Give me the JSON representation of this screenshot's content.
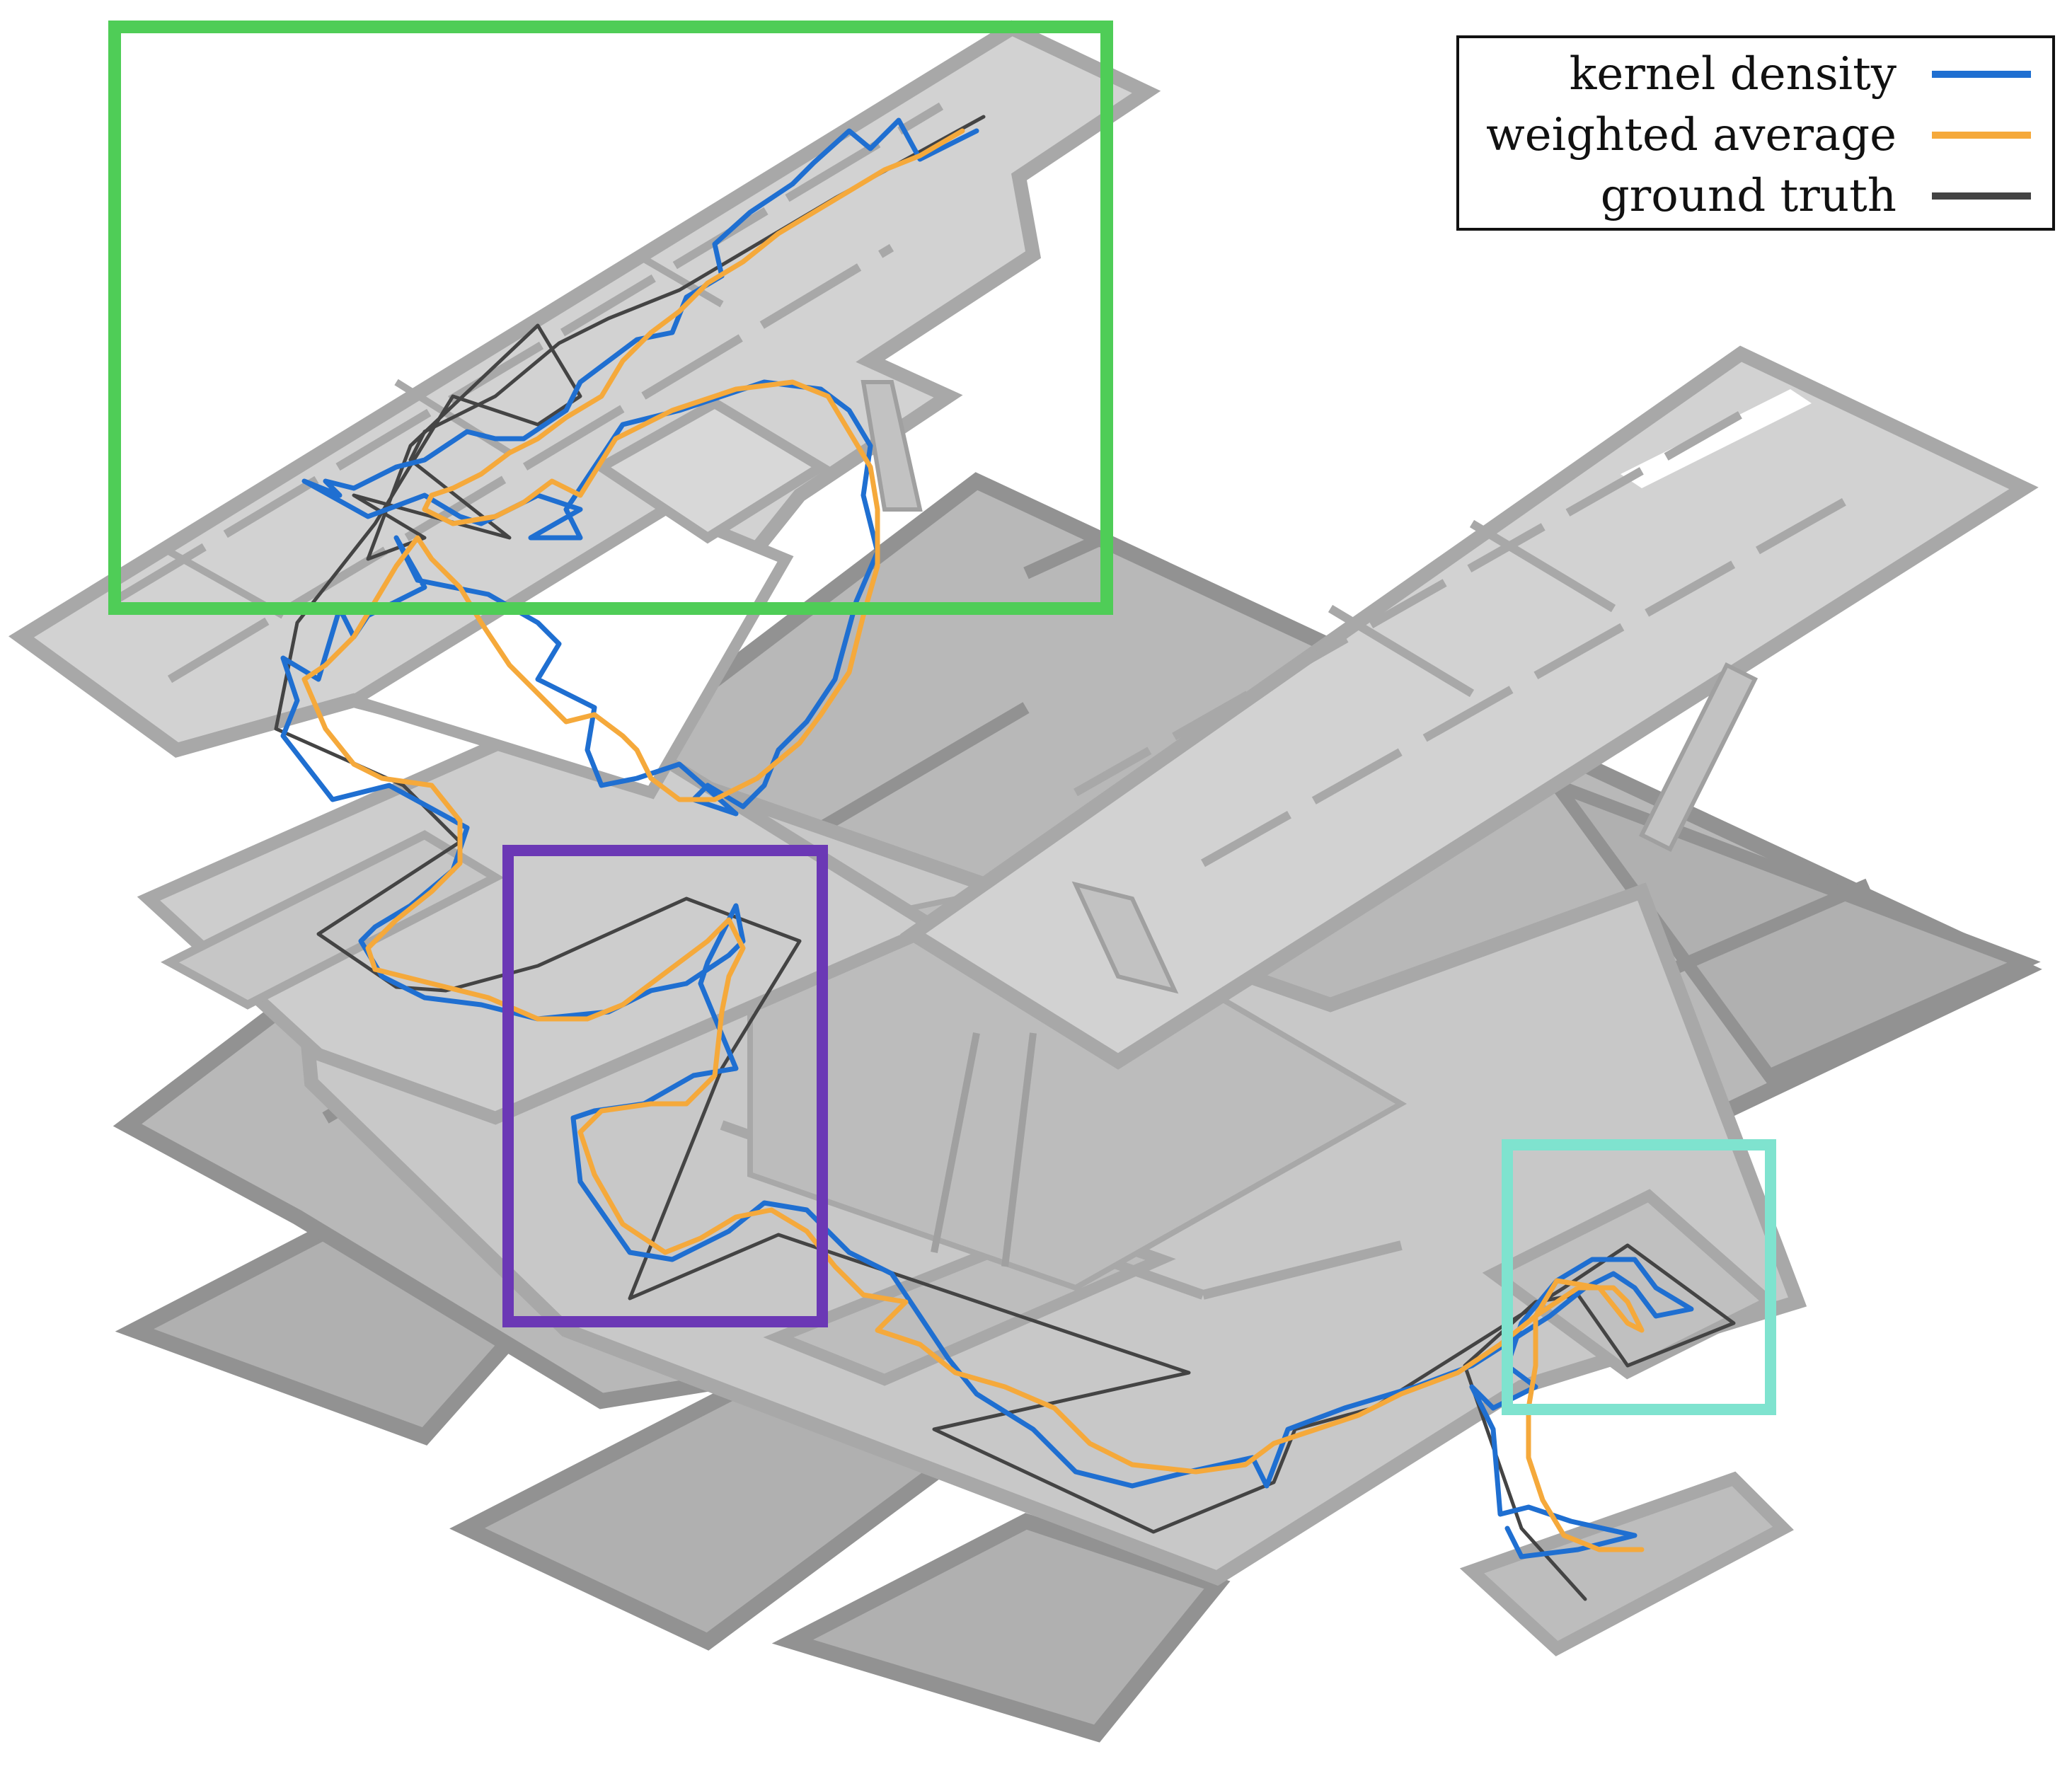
{
  "legend": {
    "items": [
      {
        "label": "kernel density",
        "color": "#1f6fd1"
      },
      {
        "label": "weighted average",
        "color": "#f5a93b"
      },
      {
        "label": "ground truth",
        "color": "#444444"
      }
    ]
  },
  "highlight_colors": {
    "green": "#4fcd57",
    "purple": "#6b38b5",
    "teal": "#7fe3cf"
  },
  "floor_colors": {
    "light": "#d2d2d2",
    "mid": "#bdbdbd",
    "dark": "#b0b0b0",
    "wall_light": "#a8a8a8",
    "wall_dark": "#929292"
  }
}
